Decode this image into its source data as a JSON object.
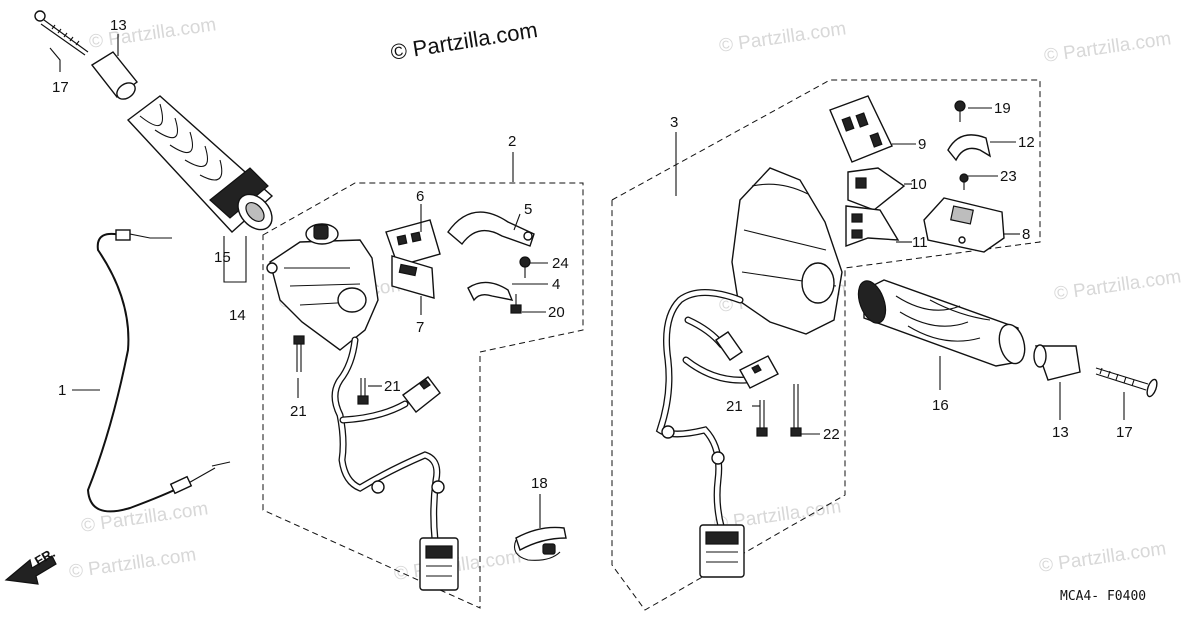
{
  "watermarks": [
    "© Partzilla.com",
    "© Partzilla.com",
    "© Partzilla.com",
    "© Partzilla.com",
    "© Partzilla.com",
    "© Partzilla.com",
    "© Partzilla.com",
    "© Partzilla.com",
    "© Partzilla.com",
    "© Partzilla.com",
    "© Partzilla.com"
  ],
  "diagram_code": "MCA4- F0400",
  "front_marker": "FR.",
  "callouts": [
    "17",
    "13",
    "15",
    "14",
    "1",
    "2",
    "6",
    "5",
    "24",
    "4",
    "20",
    "7",
    "21",
    "21",
    "18",
    "3",
    "19",
    "9",
    "12",
    "10",
    "23",
    "11",
    "8",
    "16",
    "21",
    "22",
    "13",
    "17"
  ],
  "colors": {
    "ink": "#111111",
    "watermark": "#d8d8d8",
    "background": "#ffffff"
  }
}
